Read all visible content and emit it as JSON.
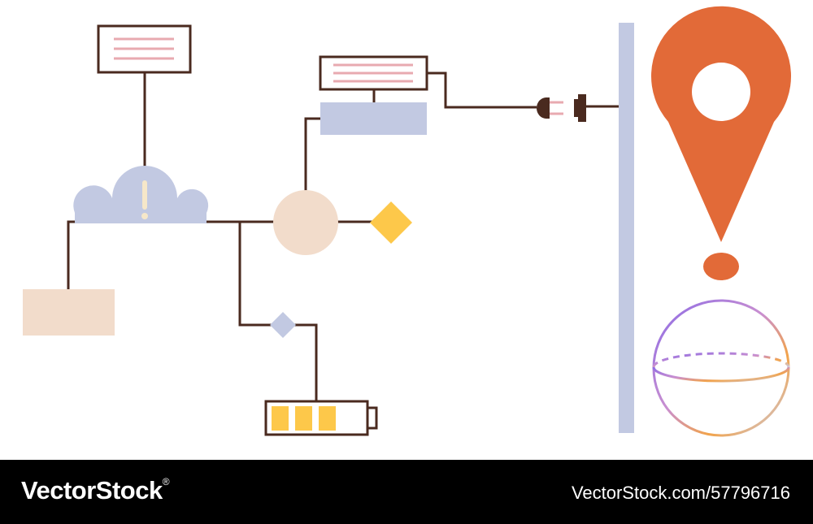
{
  "illustration": {
    "colors": {
      "line": "#4a2a1f",
      "lavender": "#c2c9e2",
      "peach": "#f2dccb",
      "yellow": "#fdc84a",
      "pin": "#e26a38",
      "text_lines": "#e8aab0",
      "exclamation": "#f6e7c9",
      "sphere_purple": "#9a6ae0",
      "sphere_orange": "#f2a34a"
    },
    "battery_segments": 3,
    "icons": [
      "cloud-alert-icon",
      "location-pin-icon",
      "power-plug-icon",
      "power-socket-icon",
      "battery-icon",
      "sphere-icon"
    ]
  },
  "footer": {
    "brand": "VectorStock",
    "brand_mark": "®",
    "stock_id": "VectorStock.com/57796716"
  }
}
